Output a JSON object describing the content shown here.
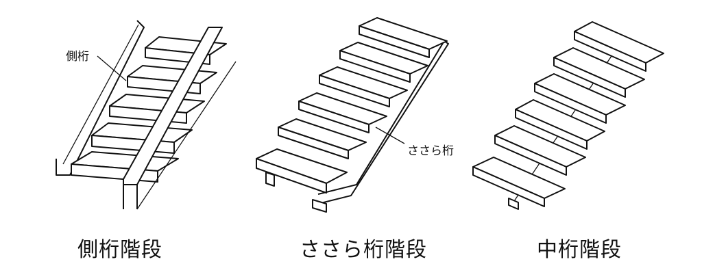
{
  "figure": {
    "panels": [
      {
        "id": "side-stringer",
        "caption": "側桁階段",
        "callout": "側桁"
      },
      {
        "id": "open-stringer",
        "caption": "ささら桁階段",
        "callout": "ささら桁"
      },
      {
        "id": "center-stringer",
        "caption": "中桁階段"
      }
    ]
  },
  "colors": {
    "line": "#111111",
    "background": "#ffffff"
  }
}
